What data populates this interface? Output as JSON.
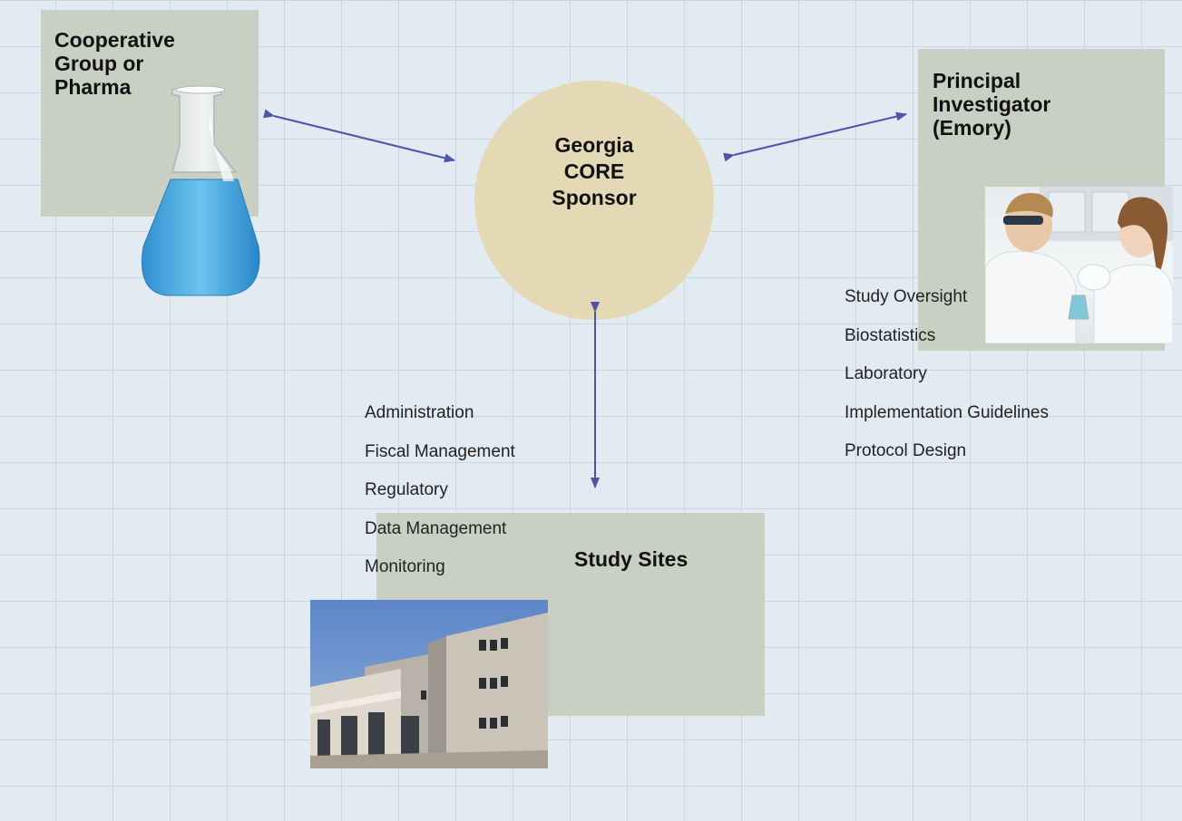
{
  "nodes": {
    "pharma": {
      "title": "Cooperative\nGroup or\nPharma"
    },
    "sponsor": {
      "title": "Georgia\nCORE\nSponsor"
    },
    "investigator": {
      "title": "Principal\nInvestigator\n(Emory)"
    },
    "sites": {
      "title": "Study Sites"
    }
  },
  "investigator_roles": [
    "Study Oversight",
    "Biostatistics",
    "Laboratory",
    "Implementation Guidelines",
    "Protocol Design"
  ],
  "site_roles": [
    "Administration",
    "Fiscal Management",
    "Regulatory",
    "Data Management",
    "Monitoring"
  ],
  "images": {
    "flask": "flask-image",
    "scientists": "lab-scientists-photo",
    "building": "hospital-building-photo"
  },
  "colors": {
    "background": "#e2ebf2",
    "box": "#c9cfc2",
    "circle": "#e4d9b5",
    "arrow": "#4a55a8"
  }
}
